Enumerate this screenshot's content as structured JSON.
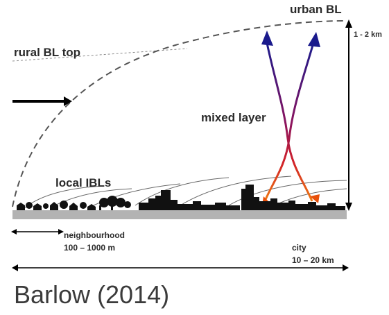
{
  "labels": {
    "urban_bl": "urban BL",
    "rural_bl_top": "rural BL top",
    "height_range": "1 - 2 km",
    "mixed_layer": "mixed layer",
    "local_ibls": "local IBLs",
    "neighbourhood": "neighbourhood",
    "neighbourhood_scale": "100 – 1000 m",
    "city": "city",
    "city_scale": "10 – 20 km"
  },
  "citation": "Barlow (2014)",
  "colors": {
    "text": "#2a2a2a",
    "ground": "#b3b3b3",
    "buildings": "#111111",
    "plume_top": "#1a1a8c",
    "plume_bottom": "#e8500a",
    "dashed_line": "#555555"
  }
}
